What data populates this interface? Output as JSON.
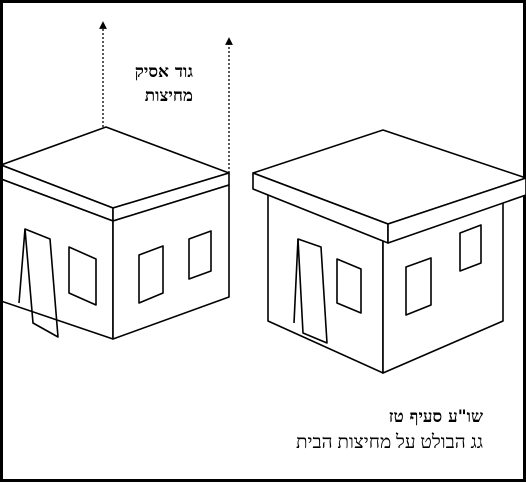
{
  "labels": {
    "gud_asik_line1": "גוד אסיק",
    "gud_asik_line2": "מחיצות",
    "source_line1": "שו\"ע סעיף טז",
    "source_line2": "גג הבולט על מחיצות הבית"
  }
}
